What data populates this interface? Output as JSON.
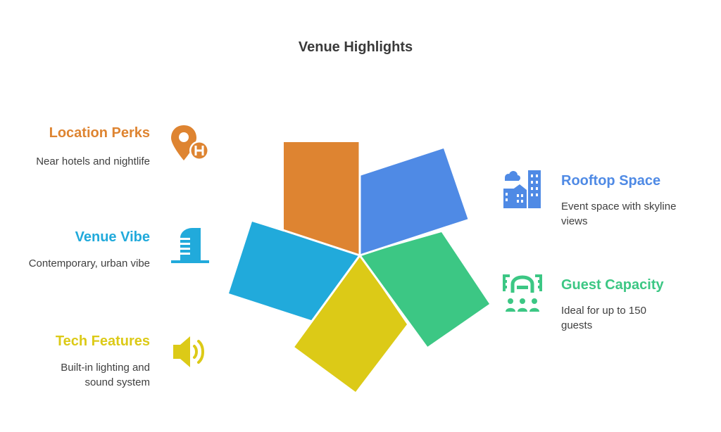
{
  "title": "Venue Highlights",
  "colors": {
    "orange": "#DE8431",
    "blue": "#4F8AE5",
    "green": "#3CC784",
    "yellow": "#DCCA17",
    "cyan": "#21AADB"
  },
  "items": [
    {
      "key": "location",
      "title": "Location Perks",
      "desc": "Near hotels and nightlife",
      "icon": "hotel-location-pin-icon",
      "color": "#DE8431"
    },
    {
      "key": "rooftop",
      "title": "Rooftop Space",
      "desc": "Event space with skyline views",
      "icon": "city-skyline-icon",
      "color": "#4F8AE5"
    },
    {
      "key": "vibe",
      "title": "Venue Vibe",
      "desc": "Contemporary, urban vibe",
      "icon": "modern-building-icon",
      "color": "#21AADB"
    },
    {
      "key": "capacity",
      "title": "Guest Capacity",
      "desc": "Ideal for up to 150 guests",
      "icon": "audience-seating-icon",
      "color": "#3CC784"
    },
    {
      "key": "tech",
      "title": "Tech Features",
      "desc": "Built-in lighting and sound system",
      "icon": "speaker-icon",
      "color": "#DCCA17"
    }
  ]
}
